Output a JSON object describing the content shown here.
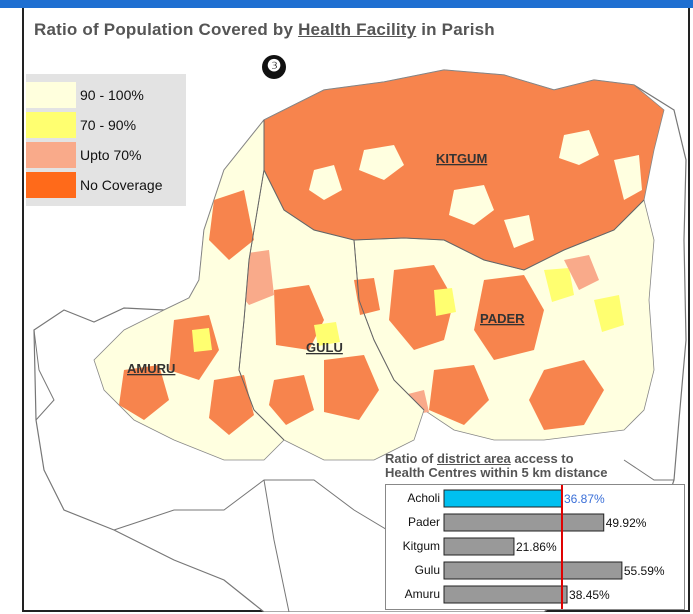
{
  "map": {
    "title_before": "Ratio of Population Covered by ",
    "title_link": "Health Facility",
    "title_after": " in Parish",
    "badge": "❸",
    "legend": [
      {
        "label": "90 - 100%",
        "color": "#ffffdd"
      },
      {
        "label": "70 - 90%",
        "color": "#ffff70"
      },
      {
        "label": "Upto 70%",
        "color": "#f9aa8a"
      },
      {
        "label": "No Coverage",
        "color": "#ff6a1a"
      }
    ],
    "districts": {
      "kitgum": "KITGUM",
      "pader": "PADER",
      "gulu": "GULU",
      "amuru": "AMURU"
    },
    "colors": {
      "no_coverage": "#f7844d",
      "full": "#ffffe0",
      "mid": "#ffff70",
      "low": "#f9aa8a",
      "banner": "#1f6fd1"
    }
  },
  "chart_data": {
    "type": "bar",
    "title_line1_before": "Ratio of ",
    "title_line1_link": "district area",
    "title_line1_after": " access to",
    "title_line2": "Health Centres within 5 km distance",
    "categories": [
      "Acholi",
      "Pader",
      "Kitgum",
      "Gulu",
      "Amuru"
    ],
    "values": [
      36.87,
      49.92,
      21.86,
      55.59,
      38.45
    ],
    "value_labels": [
      "36.87%",
      "49.92%",
      "21.86%",
      "55.59%",
      "38.45%"
    ],
    "highlight": "Acholi",
    "highlight_color": "#00c0f0",
    "bar_color": "#999999",
    "reference_line": 36.87,
    "reference_color": "#e00000",
    "xlim": [
      0,
      60
    ]
  }
}
